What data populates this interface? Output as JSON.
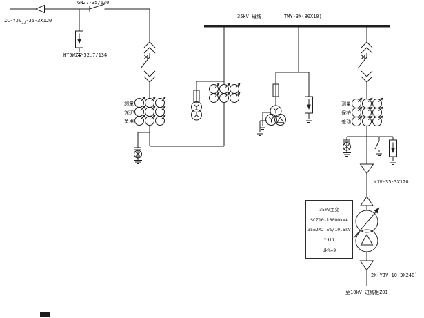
{
  "colors": {
    "line": "#1f1f1f",
    "background": "#ffffff"
  },
  "diagram": {
    "incoming": {
      "cable_label_prefix": "ZC-YJV",
      "cable_label_sub": "22",
      "cable_label_suffix": "-35-3X120",
      "disconnector_label": "GN27-35/630",
      "arrester_label": "HY5WZ1-52.7/134"
    },
    "busbar": {
      "name": "35kV 母线",
      "spec": "TMY-3X(80X10)"
    },
    "ct_labels_left": [
      "测量",
      "保护",
      "备用"
    ],
    "ct_labels_right": [
      "测量",
      "保护",
      "差动"
    ],
    "cable_35kv_label": "YJV-35-3X120",
    "transformer_box": {
      "lines": [
        "35kV主变",
        "SCZ10-10000kVA",
        "35±2X2.5%/10.5kV",
        "Yd11",
        "Uk%=9"
      ]
    },
    "cable_10kv_label": "2X(YJV-10-3X240)",
    "destination_label": "至10kV  进线柜Z01"
  }
}
